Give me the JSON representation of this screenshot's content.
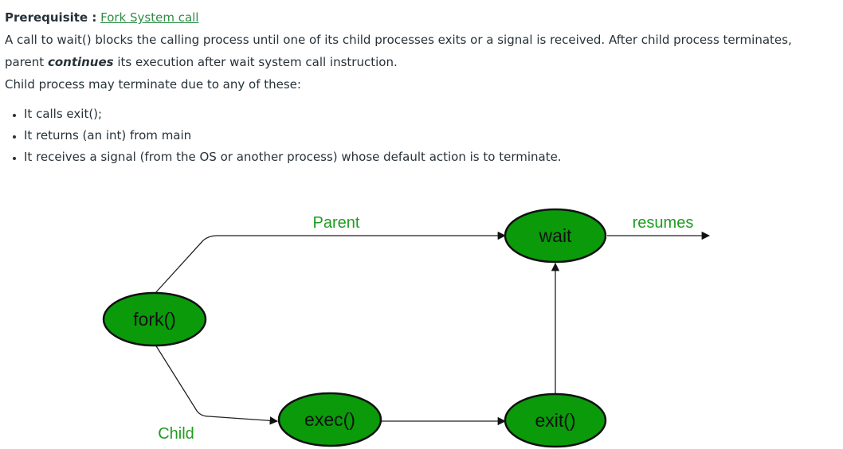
{
  "prerequisite": {
    "label": "Prerequisite :",
    "link_text": "Fork System call"
  },
  "intro": {
    "line1": "A call to wait() blocks the calling process until one of its child processes exits or a signal is received. After child process terminates, parent ",
    "emphasis": "continues",
    "line1_tail": " its execution after wait system call instruction.",
    "line2": "Child process may terminate due to any of these:"
  },
  "reasons": [
    "It calls exit();",
    "It returns (an int) from main",
    "It receives a signal (from the OS or another process) whose default action is to terminate."
  ],
  "diagram": {
    "nodes": {
      "fork": "fork()",
      "wait": "wait",
      "exec": "exec()",
      "exit": "exit()"
    },
    "edge_labels": {
      "parent": "Parent",
      "resumes": "resumes",
      "child": "Child"
    },
    "colors": {
      "node_fill": "#0a9a0a",
      "node_stroke": "#111111",
      "edge_label": "#1f9c1f",
      "link": "#2f8d46"
    }
  }
}
